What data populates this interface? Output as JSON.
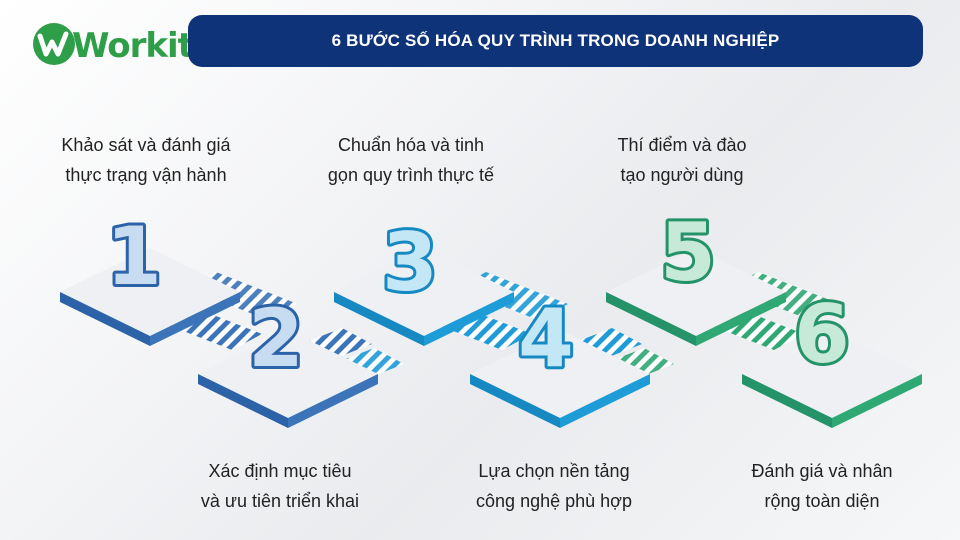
{
  "brand": {
    "logo_text": "Workit",
    "color": "#2f9e48"
  },
  "header": {
    "title": "6 BƯỚC SỐ HÓA QUY TRÌNH TRONG DOANH NGHIỆP",
    "background": "#0e3378"
  },
  "steps": [
    {
      "number": "1",
      "line1": "Khảo sát và đánh giá",
      "line2": "thực trạng vận hành",
      "color": "#3b74b8"
    },
    {
      "number": "2",
      "line1": "Xác định mục tiêu",
      "line2": "và ưu tiên triển khai",
      "color": "#3b74b8"
    },
    {
      "number": "3",
      "line1": "Chuẩn hóa và tinh",
      "line2": "gọn quy trình thực tế",
      "color": "#1d9cd8"
    },
    {
      "number": "4",
      "line1": "Lựa chọn nền tảng",
      "line2": "công nghệ phù hợp",
      "color": "#1d9cd8"
    },
    {
      "number": "5",
      "line1": "Thí điểm và đào",
      "line2": "tạo người dùng",
      "color": "#2fa873"
    },
    {
      "number": "6",
      "line1": "Đánh giá và nhân",
      "line2": "rộng toàn diện",
      "color": "#2fa873"
    }
  ]
}
